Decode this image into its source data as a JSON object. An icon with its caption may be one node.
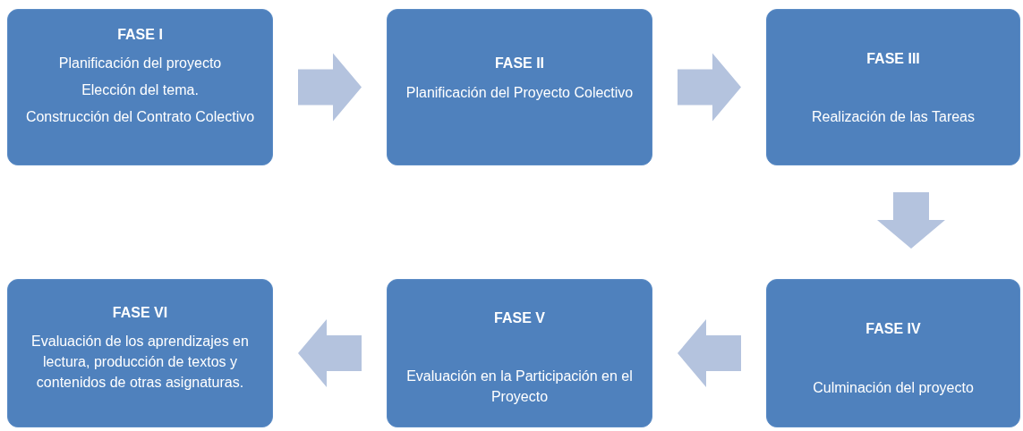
{
  "diagram": {
    "nodes": [
      {
        "text": [
          "FASE I",
          "Planificación del proyecto",
          "Elección del tema.",
          "Construcción del Contrato Colectivo"
        ]
      },
      {
        "text": [
          "FASE II",
          "Planificación del Proyecto Colectivo"
        ]
      },
      {
        "text": [
          "FASE III",
          "Realización de las Tareas"
        ]
      },
      {
        "text": [
          "FASE IV",
          "Culminación del proyecto"
        ]
      },
      {
        "text": [
          "FASE V",
          "Evaluación en la Participación en el Proyecto"
        ]
      },
      {
        "text": [
          "FASE VI",
          "Evaluación de los aprendizajes en lectura, producción de textos y contenidos de otras asignaturas."
        ]
      }
    ],
    "edges": [
      {
        "from": 0,
        "to": 1,
        "arrow": "to"
      },
      {
        "from": 1,
        "to": 2,
        "arrow": "to"
      },
      {
        "from": 2,
        "to": 3,
        "arrow": "to"
      },
      {
        "from": 3,
        "to": 4,
        "arrow": "to"
      },
      {
        "from": 4,
        "to": 5,
        "arrow": "to"
      }
    ]
  }
}
